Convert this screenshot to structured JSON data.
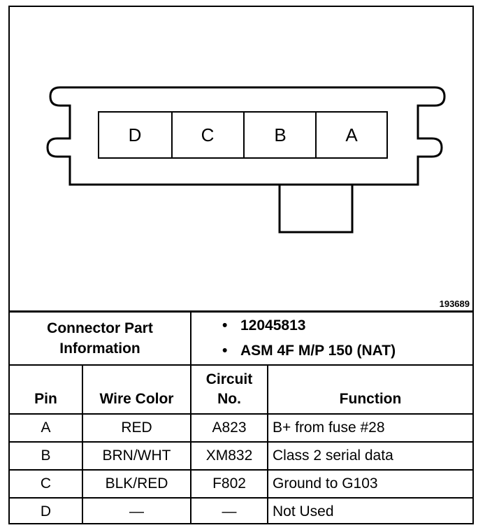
{
  "connector": {
    "pins": [
      "D",
      "C",
      "B",
      "A"
    ],
    "figure_id": "193689"
  },
  "part_info": {
    "label_line1": "Connector Part",
    "label_line2": "Information",
    "items": [
      "12045813",
      "ASM 4F M/P 150 (NAT)"
    ]
  },
  "columns": {
    "pin": "Pin",
    "wire_color": "Wire Color",
    "circuit_line1": "Circuit",
    "circuit_line2": "No.",
    "function": "Function"
  },
  "rows": [
    {
      "pin": "A",
      "wire_color": "RED",
      "circuit": "A823",
      "function": "B+ from fuse #28"
    },
    {
      "pin": "B",
      "wire_color": "BRN/WHT",
      "circuit": "XM832",
      "function": "Class 2 serial data"
    },
    {
      "pin": "C",
      "wire_color": "BLK/RED",
      "circuit": "F802",
      "function": "Ground to G103"
    },
    {
      "pin": "D",
      "wire_color": "—",
      "circuit": "—",
      "function": "Not Used"
    }
  ]
}
